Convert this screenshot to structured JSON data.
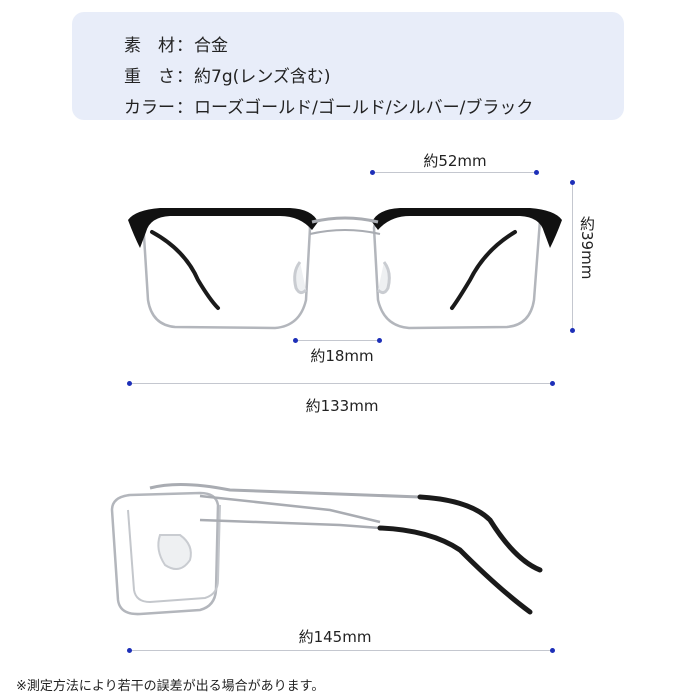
{
  "specs": {
    "material_label": "素　材",
    "material_value": "合金",
    "weight_label": "重　さ",
    "weight_value": "約7g(レンズ含む)",
    "color_label": "カラー",
    "color_value": "ローズゴールド/ゴールド/シルバー/ブラック",
    "separator": "："
  },
  "dimensions": {
    "lens_width": "約52mm",
    "lens_height": "約39mm",
    "bridge": "約18mm",
    "frame_width": "約133mm",
    "temple_length": "約145mm"
  },
  "note": "※測定方法により若干の誤差が出る場合があります。",
  "colors": {
    "spec_bg": "#e8edf9",
    "dot": "#1d2fb8",
    "line": "#c4c7cf",
    "frame_black": "#111111",
    "frame_silver": "#a9acb2"
  }
}
